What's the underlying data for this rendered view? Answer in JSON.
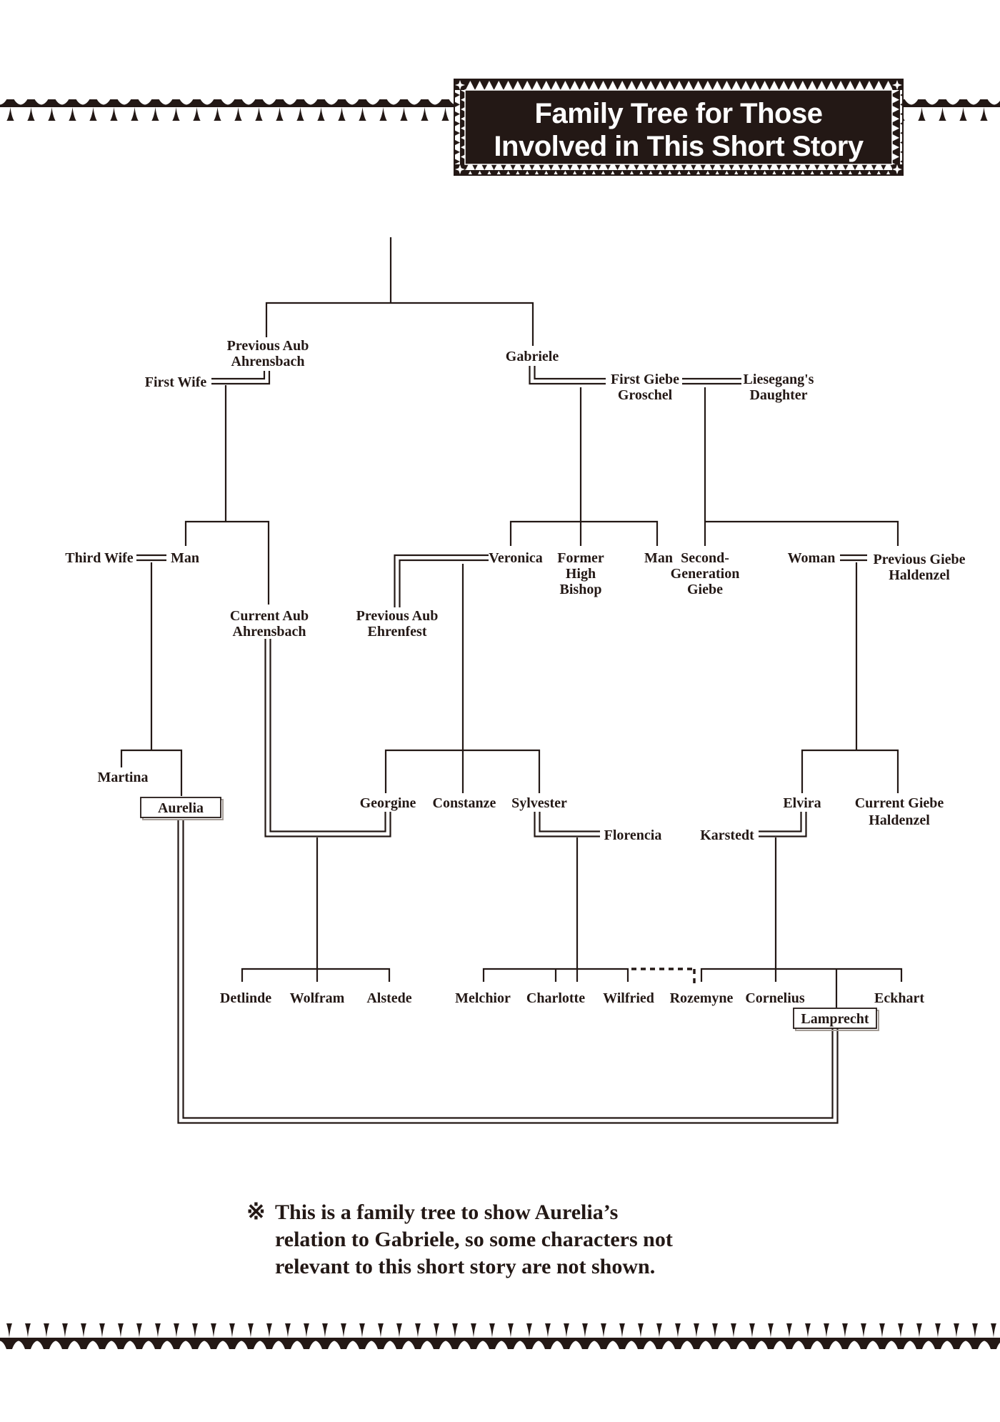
{
  "colors": {
    "ink": "#231815",
    "paper": "#ffffff",
    "title_background": "#231815",
    "title_text": "#ffffff",
    "box_shadow": "#a59d97"
  },
  "title": {
    "line1": "Family Tree for Those",
    "line2": "Involved in This Short Story"
  },
  "nodes": {
    "previous_aub_ahrensbach": {
      "l1": "Previous Aub",
      "l2": "Ahrensbach"
    },
    "gabriele": {
      "l1": "Gabriele"
    },
    "first_wife": {
      "l1": "First Wife"
    },
    "first_giebe_groschel": {
      "l1": "First Giebe",
      "l2": "Groschel"
    },
    "liesegangs_daughter": {
      "l1": "Liesegang's",
      "l2": "Daughter"
    },
    "third_wife": {
      "l1": "Third Wife"
    },
    "man_son_of_first_wife": {
      "l1": "Man"
    },
    "veronica": {
      "l1": "Veronica"
    },
    "former_high_bishop": {
      "l1": "Former",
      "l2": "High",
      "l3": "Bishop"
    },
    "man_son_of_groschel": {
      "l1": "Man"
    },
    "second_generation_giebe": {
      "l1": "Second-",
      "l2": "Generation",
      "l3": "Giebe"
    },
    "woman": {
      "l1": "Woman"
    },
    "previous_giebe_haldenzel": {
      "l1": "Previous Giebe",
      "l2": "Haldenzel"
    },
    "current_aub_ahrensbach": {
      "l1": "Current Aub",
      "l2": "Ahrensbach"
    },
    "previous_aub_ehrenfest": {
      "l1": "Previous Aub",
      "l2": "Ehrenfest"
    },
    "martina": {
      "l1": "Martina"
    },
    "aurelia": {
      "label": "Aurelia"
    },
    "georgine": {
      "l1": "Georgine"
    },
    "constanze": {
      "l1": "Constanze"
    },
    "sylvester": {
      "l1": "Sylvester"
    },
    "elvira": {
      "l1": "Elvira"
    },
    "current_giebe_haldenzel": {
      "l1": "Current Giebe",
      "l2": "Haldenzel"
    },
    "florencia": {
      "l1": "Florencia"
    },
    "karstedt": {
      "l1": "Karstedt"
    },
    "detlinde": {
      "l1": "Detlinde"
    },
    "wolfram": {
      "l1": "Wolfram"
    },
    "alstede": {
      "l1": "Alstede"
    },
    "melchior": {
      "l1": "Melchior"
    },
    "charlotte": {
      "l1": "Charlotte"
    },
    "wilfried": {
      "l1": "Wilfried"
    },
    "rozemyne": {
      "l1": "Rozemyne"
    },
    "cornelius": {
      "l1": "Cornelius"
    },
    "eckhart": {
      "l1": "Eckhart"
    },
    "lamprecht": {
      "label": "Lamprecht"
    }
  },
  "relationships": {
    "marriages": [
      {
        "a": "First Wife",
        "b": "Previous Aub Ahrensbach"
      },
      {
        "a": "Gabriele",
        "b": "First Giebe Groschel"
      },
      {
        "a": "First Giebe Groschel",
        "b": "Liesegang's Daughter"
      },
      {
        "a": "Third Wife",
        "b": "Man (son of First Wife)"
      },
      {
        "a": "Veronica",
        "b": "Previous Aub Ehrenfest"
      },
      {
        "a": "Woman",
        "b": "Previous Giebe Haldenzel"
      },
      {
        "a": "Current Aub Ahrensbach",
        "b": "Georgine"
      },
      {
        "a": "Sylvester",
        "b": "Florencia"
      },
      {
        "a": "Karstedt",
        "b": "Elvira"
      },
      {
        "a": "Aurelia",
        "b": "Lamprecht"
      }
    ],
    "children": [
      {
        "parents": "unnamed couple",
        "children": [
          "Previous Aub Ahrensbach",
          "Gabriele"
        ]
      },
      {
        "parents": "First Wife + Previous Aub Ahrensbach",
        "children": [
          "Man",
          "Current Aub Ahrensbach"
        ]
      },
      {
        "parents": "Gabriele + First Giebe Groschel",
        "children": [
          "Veronica",
          "Former High Bishop",
          "Man"
        ]
      },
      {
        "parents": "First Giebe Groschel + Liesegang's Daughter",
        "children": [
          "Second-Generation Giebe",
          "Previous Giebe Haldenzel"
        ]
      },
      {
        "parents": "Third Wife + Man",
        "children": [
          "Martina",
          "Aurelia"
        ]
      },
      {
        "parents": "Veronica + Previous Aub Ehrenfest",
        "children": [
          "Georgine",
          "Constanze",
          "Sylvester"
        ]
      },
      {
        "parents": "Woman + Previous Giebe Haldenzel",
        "children": [
          "Elvira",
          "Current Giebe Haldenzel"
        ]
      },
      {
        "parents": "Current Aub Ahrensbach + Georgine",
        "children": [
          "Detlinde",
          "Wolfram",
          "Alstede"
        ]
      },
      {
        "parents": "Sylvester + Florencia",
        "children": [
          "Melchior",
          "Charlotte",
          "Wilfried"
        ],
        "dotted_link": "Rozemyne"
      },
      {
        "parents": "Karstedt + Elvira",
        "children": [
          "Rozemyne",
          "Cornelius",
          "Lamprecht",
          "Eckhart"
        ]
      }
    ]
  },
  "footnote": {
    "marker": "※",
    "line1": "This is a family tree to show Aurelia’s",
    "line2": "relation to Gabriele, so some characters not",
    "line3": "relevant to this short story are not shown."
  }
}
